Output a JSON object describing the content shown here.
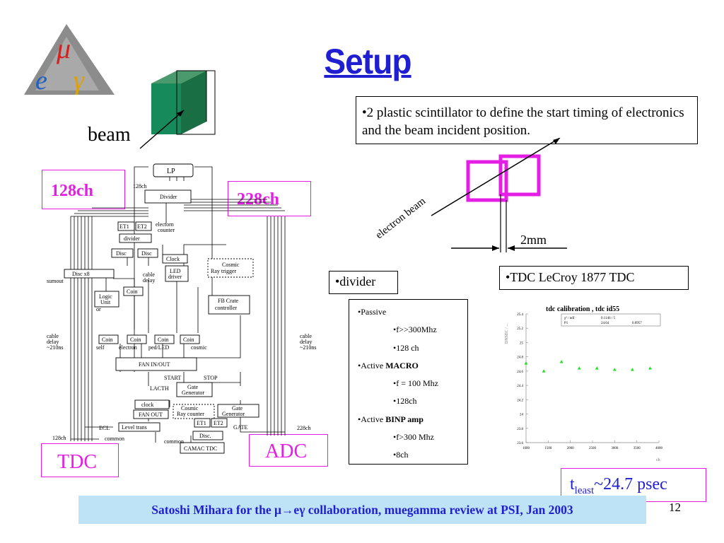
{
  "slide": {
    "title": "Setup",
    "beam_label": "beam",
    "page_number": "12",
    "footer_prefix": "Satoshi Mihara for the ",
    "footer_symbol": "μ→eγ",
    "footer_suffix": " collaboration, muegamma review at PSI, Jan 2003",
    "logo": {
      "letters": [
        "μ",
        "e",
        "γ"
      ],
      "colors": {
        "mu": "#d42020",
        "e": "#2060c0",
        "gamma": "#e0a000",
        "triangle": "#8c8c8c"
      }
    }
  },
  "labels": {
    "ch128": "128ch",
    "ch228": "228ch",
    "tdc": "TDC",
    "adc": "ADC",
    "divider": "•divider",
    "tdc_model": "•TDC LeCroy 1877 TDC",
    "scintillator_note": "•2 plastic scintillator to define the start timing of electronics and the beam incident position.",
    "electron_beam": "electron beam",
    "gap": "2mm",
    "tleast_t": "t",
    "tleast_sub": "least",
    "tleast_value": "~24.7 psec"
  },
  "divider_spec": {
    "passive": "•Passive",
    "passive_freq": "•f>>300Mhz",
    "passive_ch": "•128 ch",
    "active1_prefix": "•Active ",
    "active1_name": "MACRO",
    "active1_freq": "•f = 100 Mhz",
    "active1_ch": "•128ch",
    "active2_prefix": "•Active ",
    "active2_name": "BINP amp",
    "active2_freq": "•f>300 Mhz",
    "active2_ch": "•8ch"
  },
  "circuit": {
    "lp": "LP",
    "ch128_small": "128ch",
    "divider": "Divider",
    "et1": "ET1",
    "et2": "ET2",
    "electorn_counter": [
      "electorn",
      "counter"
    ],
    "divider_small": "divider",
    "disc": "Disc",
    "clock": "Clock",
    "cosmic_ray_trigger": [
      "Cosmic",
      "Ray trigger"
    ],
    "disc_x8": "Disc x8",
    "sumout": "sumout",
    "cable_delay": [
      "cable",
      "delay"
    ],
    "led_driver": [
      "LED",
      "driver"
    ],
    "logic_unit": [
      "Logic",
      "Unit"
    ],
    "or": "or",
    "coin": "Coin",
    "fb_crate_controller": [
      "FB Crate",
      "controller"
    ],
    "cable_delay_210": [
      "cable",
      "delay",
      "~210ns"
    ],
    "self": "self",
    "electron": "electron",
    "ped_led": "ped/LED",
    "cosmic": "cosmic",
    "fan_in_out": "FAN IN/OUT",
    "start": "START",
    "stop": "STOP",
    "lacth": "LACTH",
    "gate_generator": [
      "Gate",
      "Generator"
    ],
    "clock_small": "clock",
    "fan_out": "FAN OUT",
    "cosmic_ray_counter": [
      "Cosmic",
      "Ray counter"
    ],
    "ecl": "ECL",
    "level_trans": "Level trans",
    "common": "common",
    "disc_small": "Disc.",
    "gate": "GATE",
    "camac_tdc": "CAMAC TDC",
    "ch228_small": "228ch"
  },
  "chart_data": {
    "type": "scatter",
    "title": "tdc calibration , tdc id55",
    "xlabel": "ch",
    "ylabel": "DNSEC / ...",
    "xlim": [
      1000,
      4000
    ],
    "ylim": [
      23.6,
      25.4
    ],
    "xticks": [
      "1000",
      "1500",
      "2000",
      "2500",
      "3000",
      "3500",
      "4000"
    ],
    "yticks": [
      "23.6",
      "23.8",
      "24",
      "24.2",
      "24.4",
      "24.6",
      "24.8",
      "25",
      "25.2",
      "25.4"
    ],
    "stats": {
      "row1": [
        "χ² / ndf",
        "0.1146  /  5"
      ],
      "row2": [
        "P1",
        "24.64",
        "0.0957"
      ]
    },
    "series": [
      {
        "color": "#22e022",
        "x": [
          1000,
          1400,
          1800,
          2200,
          2600,
          3000,
          3400,
          3800
        ],
        "y": [
          24.71,
          24.6,
          24.73,
          24.64,
          24.64,
          24.62,
          24.62,
          24.64
        ]
      }
    ]
  }
}
